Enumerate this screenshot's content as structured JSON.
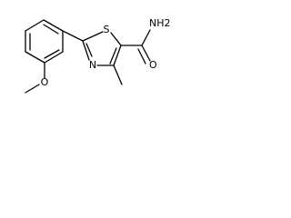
{
  "structure": {
    "atoms": {
      "o_methoxy": "O",
      "s_thiazole": "S",
      "n_thiazole": "N",
      "nh2_amide": "NH2",
      "o_amide": "O"
    }
  }
}
